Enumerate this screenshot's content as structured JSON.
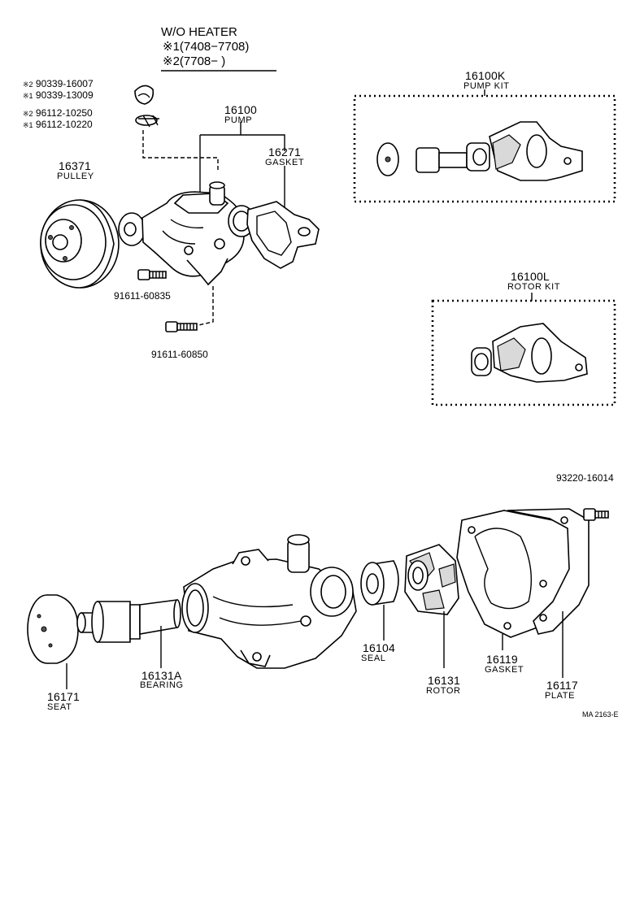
{
  "header": {
    "title": "W/O HEATER",
    "note1": "※1(7408−7708)",
    "note2": "※2(7708−          )"
  },
  "top_left_parts": [
    {
      "mark": "※2",
      "number": "90339-16007"
    },
    {
      "mark": "※1",
      "number": "90339-13009"
    },
    {
      "mark": "※2",
      "number": "96112-10250"
    },
    {
      "mark": "※1",
      "number": "96112-10220"
    }
  ],
  "upper_labels": {
    "pump": {
      "number": "16100",
      "name": "PUMP"
    },
    "gasket": {
      "number": "16271",
      "name": "GASKET"
    },
    "pulley": {
      "number": "16371",
      "name": "PULLEY"
    },
    "bolt1": {
      "number": "91611-60835"
    },
    "bolt2": {
      "number": "91611-60850"
    }
  },
  "kits": {
    "pump_kit": {
      "number": "16100K",
      "name": "PUMP KIT"
    },
    "rotor_kit": {
      "number": "16100L",
      "name": "ROTOR KIT"
    }
  },
  "lower_labels": {
    "bolt": {
      "number": "93220-16014"
    },
    "seat": {
      "number": "16171",
      "name": "SEAT"
    },
    "bearing": {
      "number": "16131A",
      "name": "BEARING"
    },
    "seal": {
      "number": "16104",
      "name": "SEAL"
    },
    "rotor": {
      "number": "16131",
      "name": "ROTOR"
    },
    "gasket": {
      "number": "16119",
      "name": "GASKET"
    },
    "plate": {
      "number": "16117",
      "name": "PLATE"
    }
  },
  "reference": "MA 2163-E"
}
